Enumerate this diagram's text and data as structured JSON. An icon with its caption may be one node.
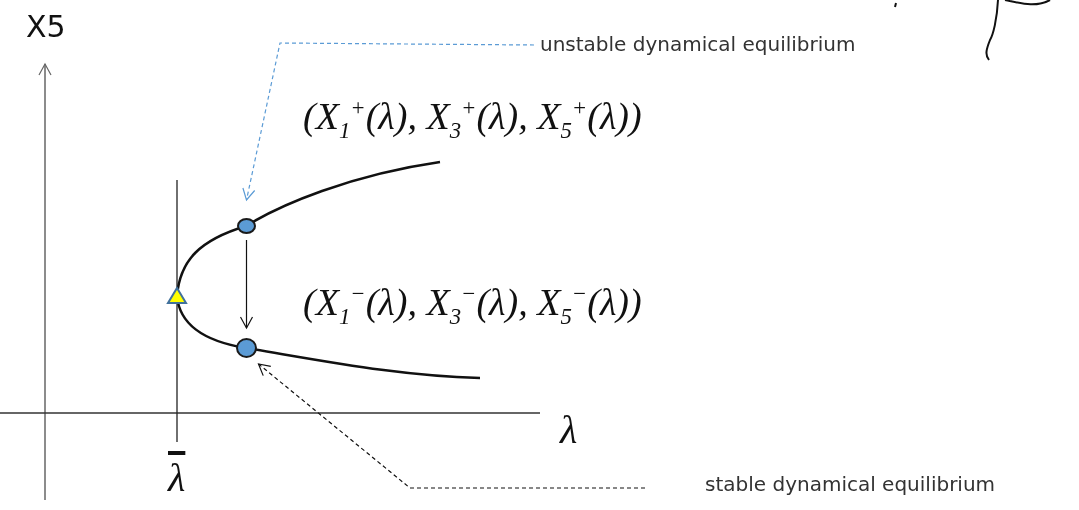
{
  "diagram": {
    "nodes": [
      {
        "text": [
          "unstable dynamical equilibrium"
        ]
      },
      {
        "text": [],
        "shape": "circle"
      },
      {
        "text": [],
        "shape": "circle"
      },
      {
        "text": [
          "stable dynamical equilibrium"
        ]
      }
    ],
    "edges": [
      {
        "from": 0,
        "to": 1,
        "arrow": "to",
        "style": "dashed",
        "color": "#5b9bd5"
      },
      {
        "from": 1,
        "to": 2,
        "arrow": "to"
      },
      {
        "from": 3,
        "to": 2,
        "arrow": "to",
        "style": "dashed"
      }
    ],
    "labels": [
      "X5",
      "(X$_{1}$$^{+}$(λ), X$_{3}$$^{+}$(λ), X$_{5}$$^{+}$(λ))",
      "(X$_{1}$$^{−}$(λ), X$_{3}$$^{−}$(λ), X$_{5}$$^{−}$(λ))",
      "λ",
      "λ"
    ]
  }
}
